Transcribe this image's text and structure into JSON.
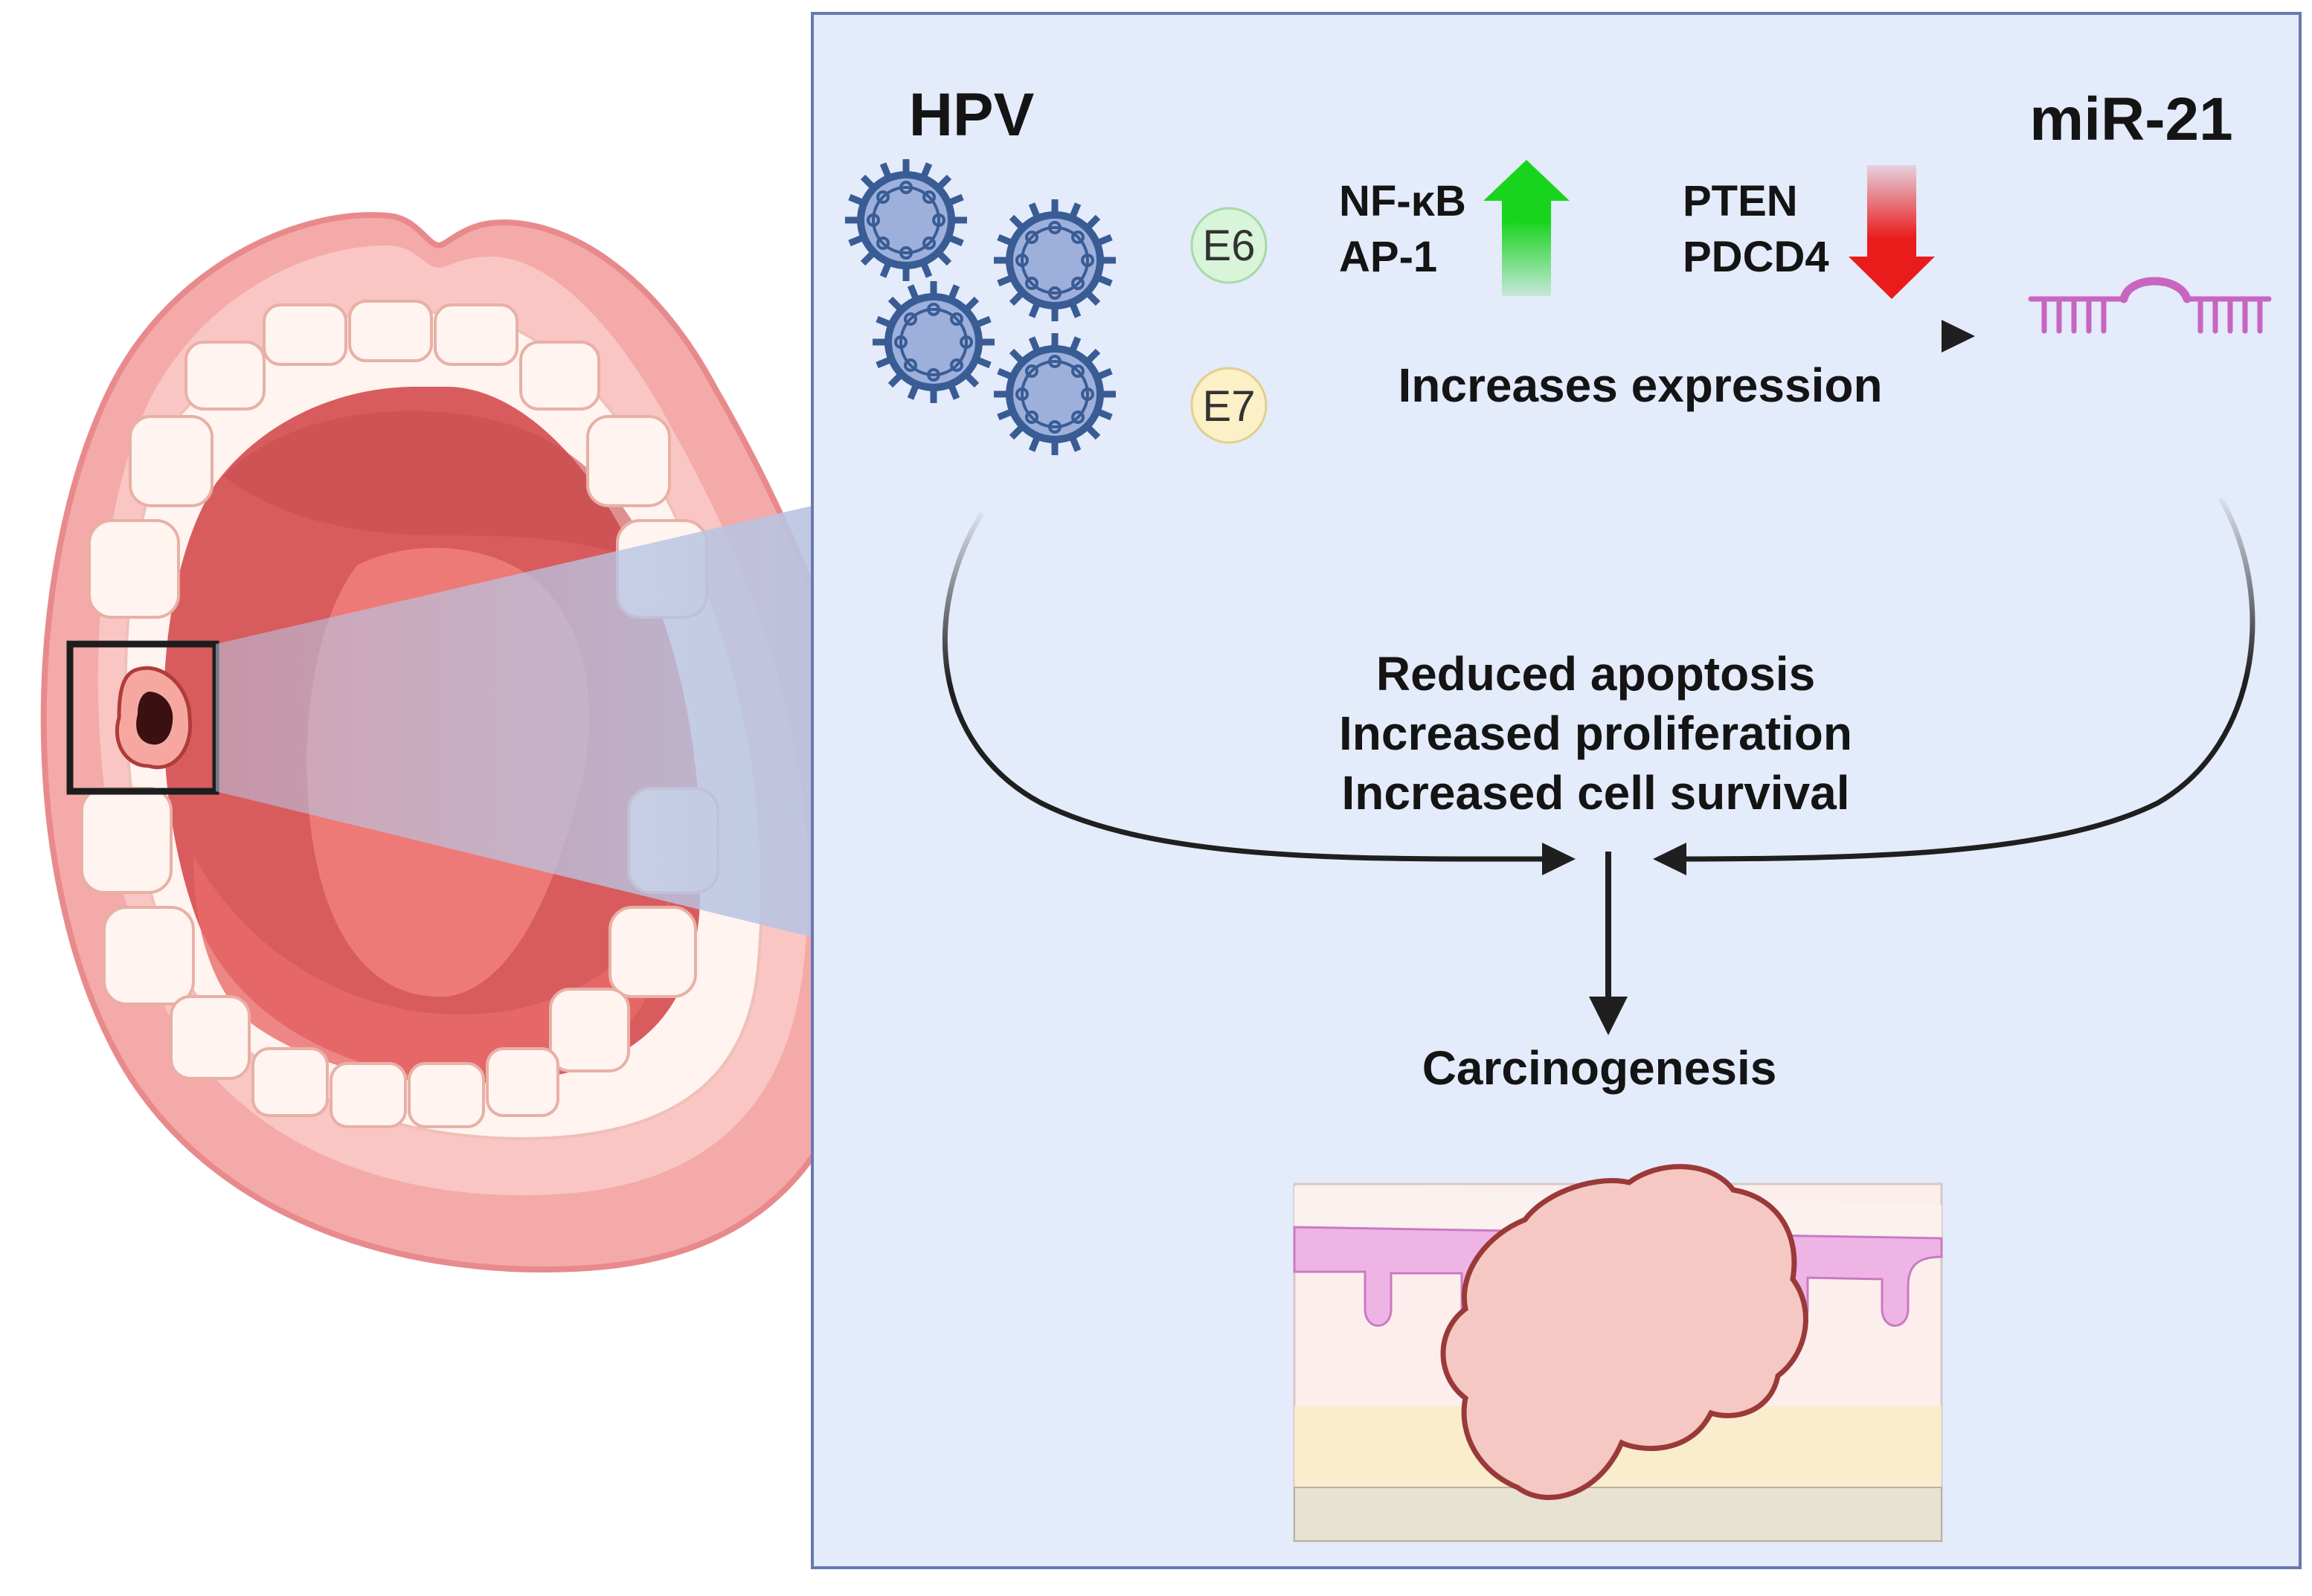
{
  "labels": {
    "hpv": "HPV",
    "mir21": "miR-21",
    "e6": "E6",
    "e7": "E7",
    "nfkb": "NF-κB",
    "ap1": "AP-1",
    "pten": "PTEN",
    "pdcd4": "PDCD4",
    "increases_expression": "Increases expression",
    "outcome_1": "Reduced apoptosis",
    "outcome_2": "Increased proliferation",
    "outcome_3": "Increased cell survival",
    "result": "Carcinogenesis"
  },
  "colors": {
    "panel_fill": "#e4ebfa",
    "panel_border": "#6878b0",
    "virus": "#3a5c94",
    "up_arrow": "#19d41d",
    "down_arrow": "#ea1b1b",
    "mirna": "#c865c0",
    "e6_chip": "#d8f4d9",
    "e7_chip": "#fbf0c6",
    "lip": "#f4aaa8",
    "tumor": "#f6c8c4"
  },
  "icons": {
    "virus": "virus-particle-icon",
    "up": "arrow-up-icon",
    "down": "arrow-down-icon",
    "mirna": "mirna-hairpin-icon",
    "tissue": "tissue-tumor-icon",
    "mouth": "open-mouth-icon"
  }
}
